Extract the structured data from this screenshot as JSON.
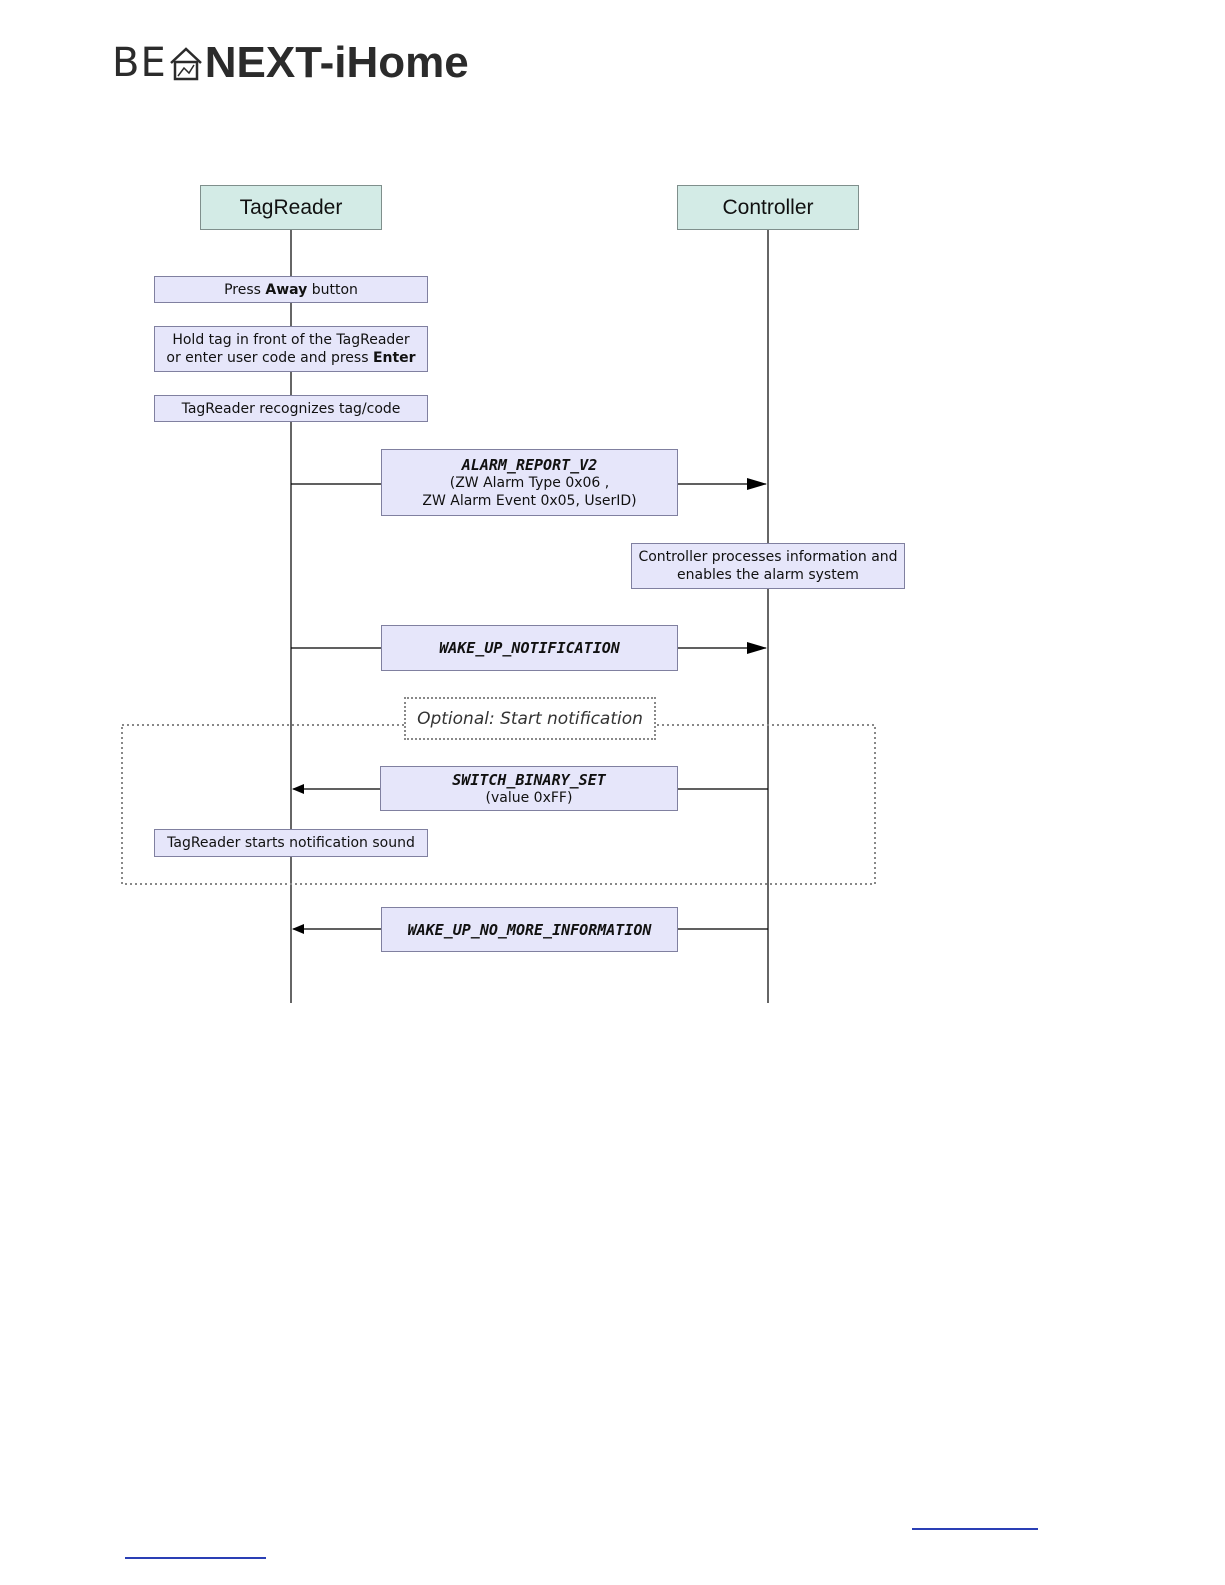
{
  "logo": {
    "prefix": "BE",
    "suffix": "NEXT-iHome",
    "icon": "house-icon"
  },
  "diagram": {
    "actors": {
      "left": "TagReader",
      "right": "Controller"
    },
    "notes": {
      "press_away": {
        "before": "Press ",
        "bold": "Away",
        "after": " button"
      },
      "hold_tag": {
        "line1": "Hold tag in front of the TagReader",
        "line2_before": "or enter user code and press ",
        "line2_bold": "Enter"
      },
      "recognizes": "TagReader recognizes tag/code",
      "controller_processes": {
        "line1": "Controller processes information and",
        "line2": "enables the alarm system"
      },
      "starts_sound": "TagReader starts notification sound"
    },
    "messages": {
      "alarm_report": {
        "name": "ALARM_REPORT_V2",
        "line1": "(ZW Alarm Type 0x06 ,",
        "line2": "ZW Alarm Event 0x05, UserID)"
      },
      "wake_up_notification": {
        "name": "WAKE_UP_NOTIFICATION"
      },
      "switch_binary_set": {
        "name": "SWITCH_BINARY_SET",
        "line1": "(value 0xFF)"
      },
      "wake_up_no_more": {
        "name": "WAKE_UP_NO_MORE_INFORMATION"
      }
    },
    "optional_frame": {
      "label": "Optional: Start notification"
    }
  }
}
